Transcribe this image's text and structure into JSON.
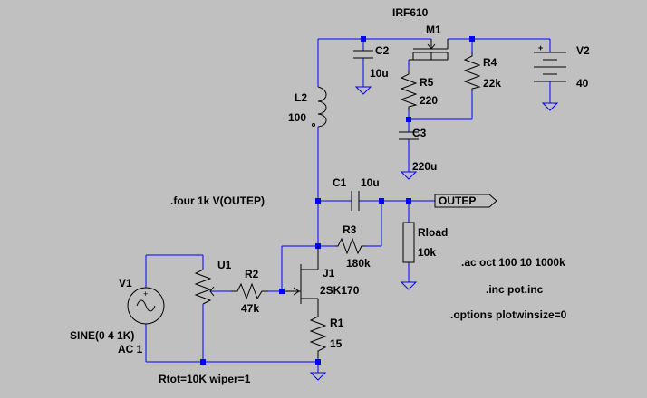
{
  "components": {
    "m1": {
      "name": "M1",
      "model": "IRF610"
    },
    "c2": {
      "name": "C2",
      "value": "10u"
    },
    "r5": {
      "name": "R5",
      "value": "220"
    },
    "r4": {
      "name": "R4",
      "value": "22k"
    },
    "v2": {
      "name": "V2",
      "value": "40"
    },
    "l2": {
      "name": "L2",
      "value": "100"
    },
    "c3": {
      "name": "C3",
      "value": "220u"
    },
    "c1": {
      "name": "C1",
      "value": "10u"
    },
    "r3": {
      "name": "R3",
      "value": "180k"
    },
    "rload": {
      "name": "Rload",
      "value": "10k"
    },
    "j1": {
      "name": "J1",
      "model": "2SK170"
    },
    "r2": {
      "name": "R2",
      "value": "47k"
    },
    "u1": {
      "name": "U1",
      "params": "Rtot=10K wiper=1"
    },
    "v1": {
      "name": "V1",
      "source": "SINE(0 4 1K)",
      "ac": "AC 1"
    },
    "r1": {
      "name": "R1",
      "value": "15"
    }
  },
  "net_label": "OUTEP",
  "directives": {
    "four": ".four 1k V(OUTEP)",
    "ac": ".ac oct 100 10 1000k",
    "inc": ".inc pot.inc",
    "options": ".options plotwinsize=0"
  },
  "plus_sign": "+"
}
